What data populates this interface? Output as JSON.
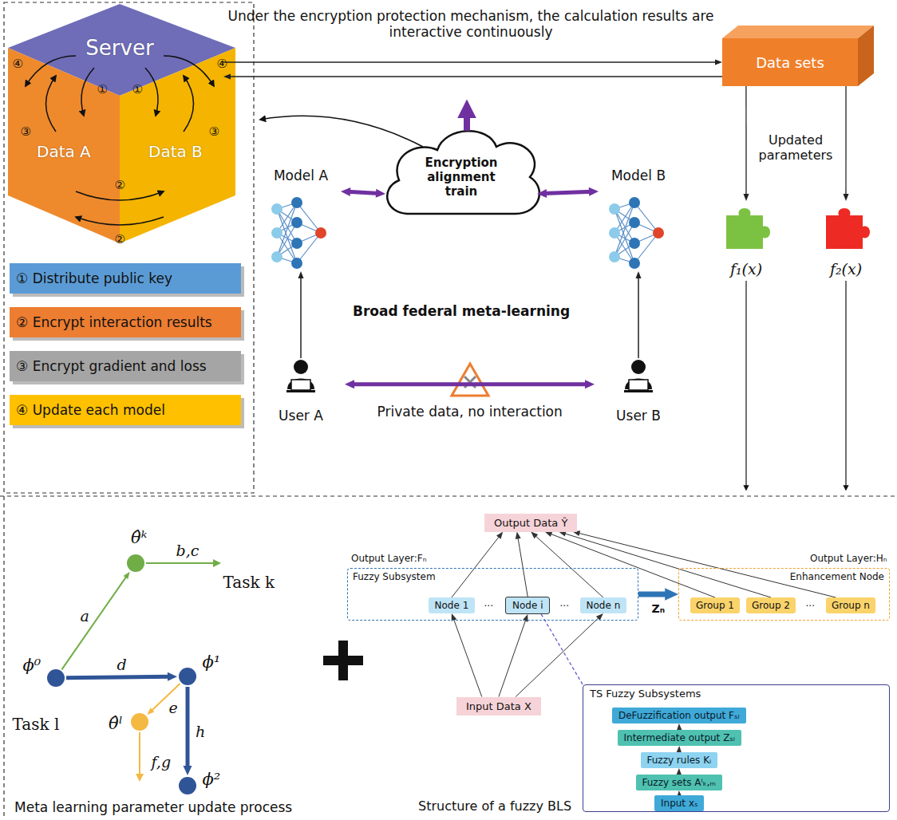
{
  "diagram": {
    "nodes": [
      {
        "text": [
          "Server"
        ]
      },
      {
        "text": [
          "Data A"
        ]
      },
      {
        "text": [
          "Data B"
        ]
      },
      {
        "text": [
          "Data sets"
        ]
      },
      {
        "text": [
          "Model A"
        ]
      },
      {
        "text": [
          "Encryption alignment train"
        ]
      },
      {
        "text": [
          "Model B"
        ]
      },
      {
        "text": [
          "User A"
        ]
      },
      {
        "text": [
          "User B"
        ]
      },
      {
        "text": [
          "f₁(x)"
        ]
      },
      {
        "text": [
          "f₂(x)"
        ]
      },
      {
        "text": [
          "ϕ⁰"
        ]
      },
      {
        "text": [
          "θ̂ᵏ"
        ]
      },
      {
        "text": [
          "ϕ¹"
        ]
      },
      {
        "text": [
          "θ̂ˡ"
        ]
      },
      {
        "text": [
          "ϕ²"
        ]
      },
      {
        "text": [
          "Output Data Ŷ"
        ]
      },
      {
        "text": [
          "Fuzzy Subsystem"
        ]
      },
      {
        "text": [
          "Node 1"
        ],
        "in": 17
      },
      {
        "text": [
          "Node i"
        ],
        "in": 17
      },
      {
        "text": [
          "Node n"
        ],
        "in": 17
      },
      {
        "text": [
          "Enhancement Node"
        ]
      },
      {
        "text": [
          "Group 1"
        ],
        "in": 21
      },
      {
        "text": [
          "Group 2"
        ],
        "in": 21
      },
      {
        "text": [
          "Group n"
        ],
        "in": 21
      },
      {
        "text": [
          "Input Data X"
        ]
      },
      {
        "text": [
          "TS Fuzzy Subsystems"
        ]
      },
      {
        "text": [
          "DeFuzzification output Fₛᵢ"
        ],
        "in": 26
      },
      {
        "text": [
          "Intermediate output Zₛᵢ"
        ],
        "in": 26
      },
      {
        "text": [
          "Fuzzy rules Kᵢ"
        ],
        "in": 26
      },
      {
        "text": [
          "Fuzzy sets Aⁱₖ,ₘ"
        ],
        "in": 26
      },
      {
        "text": [
          "Input xₛ"
        ],
        "in": 26
      }
    ],
    "edges": [
      {
        "from": 0,
        "to": 3,
        "arrow": "to"
      },
      {
        "from": 3,
        "to": 0,
        "arrow": "to"
      },
      {
        "from": 4,
        "to": 5,
        "arrow": "both"
      },
      {
        "from": 5,
        "to": 6,
        "arrow": "both"
      },
      {
        "from": 7,
        "to": 4,
        "arrow": "to"
      },
      {
        "from": 8,
        "to": 6,
        "arrow": "to"
      },
      {
        "from": 7,
        "to": 8,
        "arrow": "both",
        "label": "Private data, no interaction"
      },
      {
        "from": 3,
        "to": 9,
        "arrow": "to"
      },
      {
        "from": 3,
        "to": 10,
        "arrow": "to"
      },
      {
        "from": 11,
        "to": 12,
        "arrow": "to",
        "label": "a"
      },
      {
        "from": 11,
        "to": 13,
        "arrow": "to",
        "label": "d"
      },
      {
        "from": 13,
        "to": 14,
        "arrow": "to",
        "label": "e"
      },
      {
        "from": 13,
        "to": 15,
        "arrow": "to",
        "label": "h"
      },
      {
        "from": 25,
        "to": 18,
        "arrow": "to"
      },
      {
        "from": 25,
        "to": 19,
        "arrow": "to"
      },
      {
        "from": 25,
        "to": 20,
        "arrow": "to"
      },
      {
        "from": 18,
        "to": 16,
        "arrow": "to"
      },
      {
        "from": 19,
        "to": 16,
        "arrow": "to"
      },
      {
        "from": 20,
        "to": 16,
        "arrow": "to"
      },
      {
        "from": 22,
        "to": 16,
        "arrow": "to"
      },
      {
        "from": 23,
        "to": 16,
        "arrow": "to"
      },
      {
        "from": 24,
        "to": 16,
        "arrow": "to"
      },
      {
        "from": 17,
        "to": 21,
        "arrow": "to",
        "label": "Zₙ"
      },
      {
        "from": 19,
        "to": 26,
        "arrow": "none"
      },
      {
        "from": 31,
        "to": 30,
        "arrow": "to"
      },
      {
        "from": 30,
        "to": 29,
        "arrow": "to"
      },
      {
        "from": 29,
        "to": 28,
        "arrow": "to"
      },
      {
        "from": 28,
        "to": 27,
        "arrow": "to"
      }
    ],
    "labels": [
      "Under the encryption protection mechanism, the calculation results are interactive continuously",
      "Updated parameters",
      "Broad federal meta-learning",
      "①",
      "①",
      "②",
      "②",
      "③",
      "③",
      "④",
      "④",
      "b,c",
      "Task k",
      "f,g",
      "Task l",
      "Meta learning parameter update process",
      "Output Layer:Fₙ",
      "Output Layer:Hₙ",
      "...",
      "...",
      "...",
      "Structure of a fuzzy BLS"
    ],
    "legend": [
      {
        "text": "① Distribute public key",
        "color": "#5b9bd5"
      },
      {
        "text": "② Encrypt interaction results",
        "color": "#ed7d31"
      },
      {
        "text": "③ Encrypt gradient and loss",
        "color": "#a5a5a5"
      },
      {
        "text": "④ Update each model",
        "color": "#ffc000"
      }
    ]
  }
}
